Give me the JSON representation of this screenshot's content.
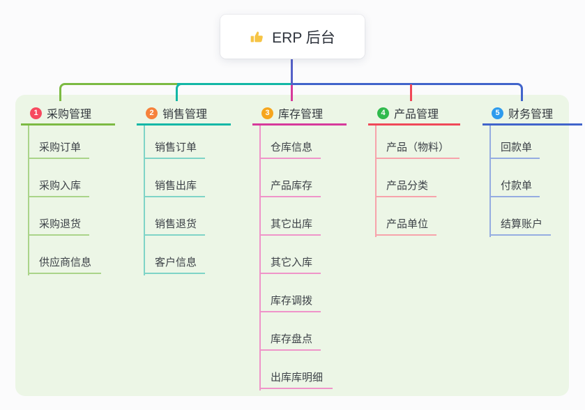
{
  "root": {
    "title": "ERP 后台",
    "icon": "thumbs-up-icon",
    "icon_color": "#f6c445",
    "stem_color": "#5560c8"
  },
  "canvas": {
    "panel_color": "#ecf6e6",
    "background": "#fbfbfc"
  },
  "branches": [
    {
      "badge": "1",
      "title": "采购管理",
      "badge_color": "#f7495f",
      "line_color": "#7cba43",
      "child_line_color": "#aad489",
      "children": [
        "采购订单",
        "采购入库",
        "采购退货",
        "供应商信息"
      ]
    },
    {
      "badge": "2",
      "title": "销售管理",
      "badge_color": "#f6813b",
      "line_color": "#13b7a6",
      "child_line_color": "#7fd4c7",
      "children": [
        "销售订单",
        "销售出库",
        "销售退货",
        "客户信息"
      ]
    },
    {
      "badge": "3",
      "title": "库存管理",
      "badge_color": "#f6a51d",
      "line_color": "#d63a9b",
      "child_line_color": "#ef94c9",
      "children": [
        "仓库信息",
        "产品库存",
        "其它出库",
        "其它入库",
        "库存调拨",
        "库存盘点",
        "出库库明细"
      ]
    },
    {
      "badge": "4",
      "title": "产品管理",
      "badge_color": "#30ba4d",
      "line_color": "#f04858",
      "child_line_color": "#f7a3ab",
      "children": [
        "产品（物料）",
        "产品分类",
        "产品单位"
      ]
    },
    {
      "badge": "5",
      "title": "财务管理",
      "badge_color": "#2e9bed",
      "line_color": "#4164cb",
      "child_line_color": "#95ace1",
      "children": [
        "回款单",
        "付款单",
        "结算账户"
      ]
    }
  ]
}
